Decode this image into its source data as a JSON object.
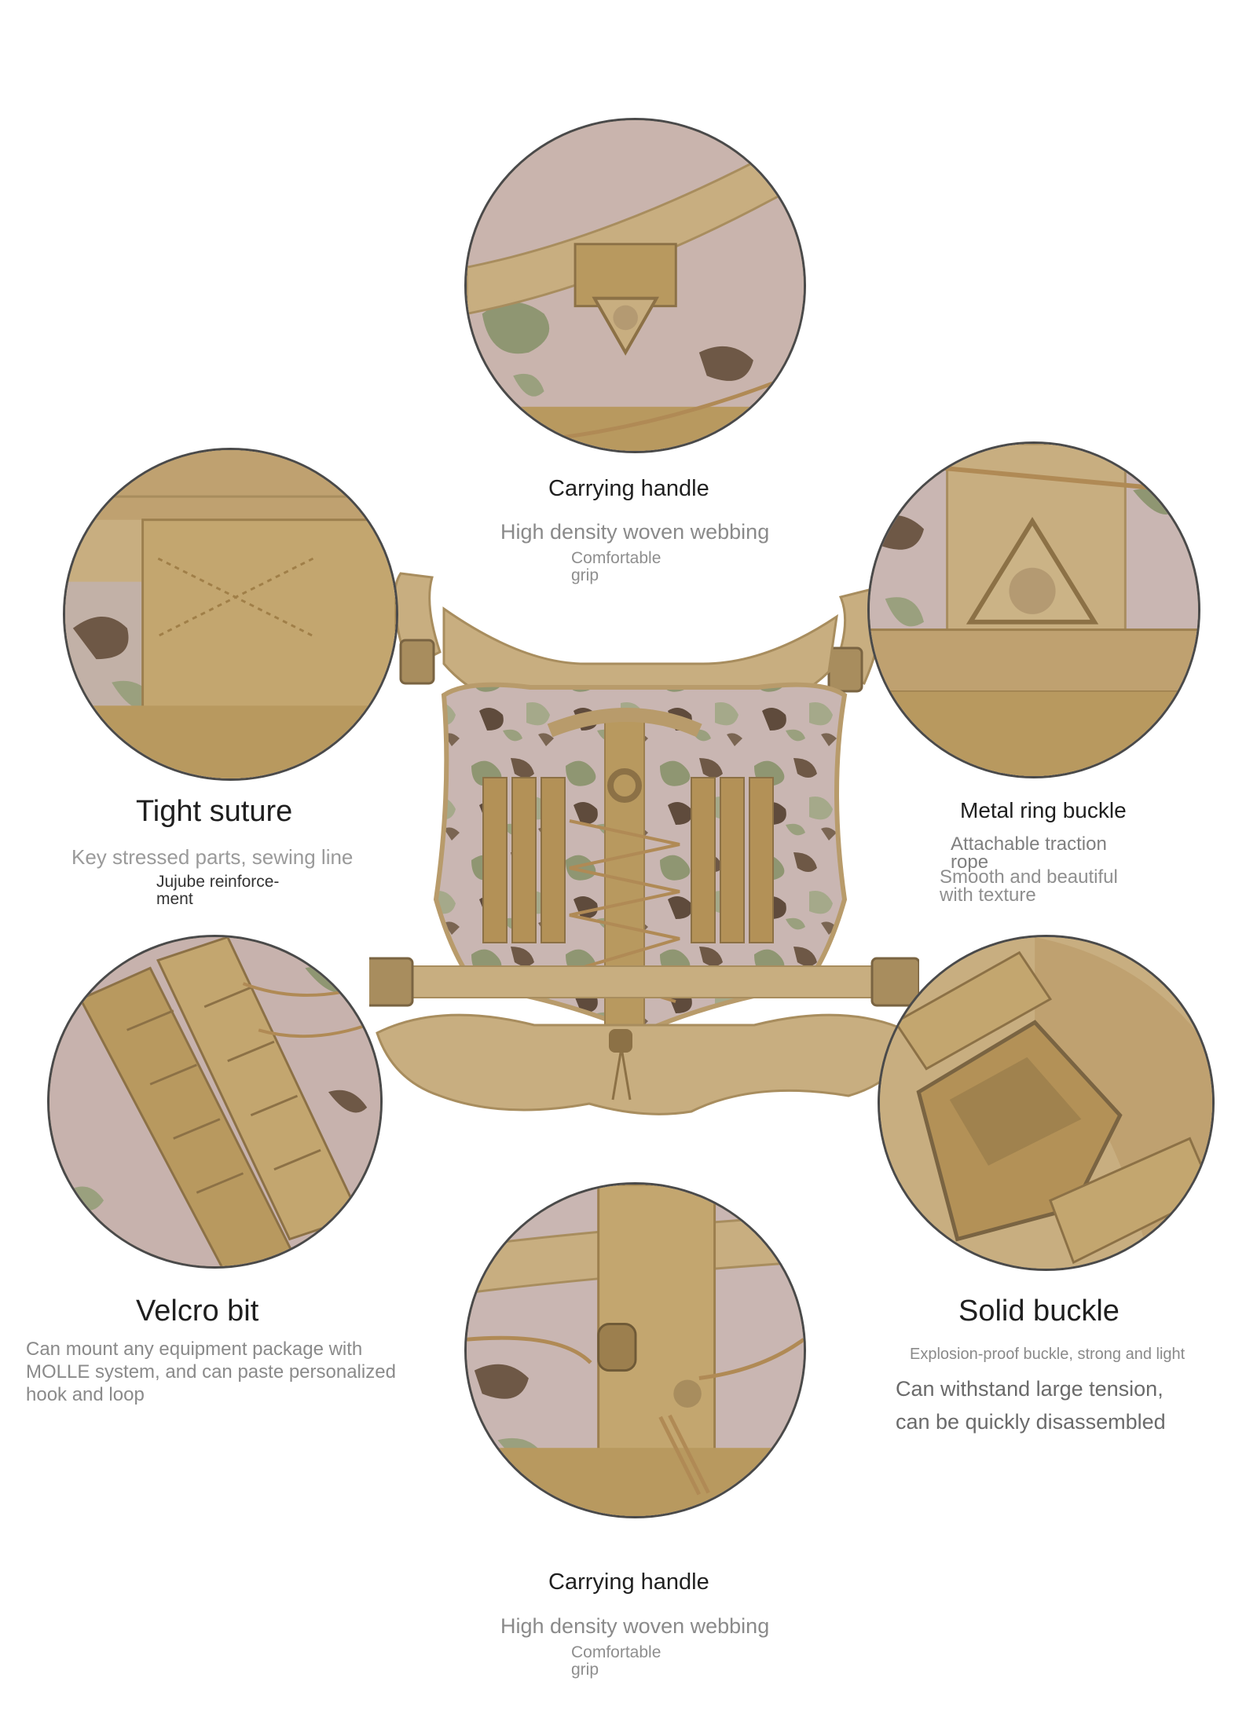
{
  "features": {
    "top": {
      "title": "Carrying handle",
      "line1": "High density woven webbing",
      "line2a": "Comfortable",
      "line2b": "grip"
    },
    "upper_left": {
      "title": "Tight suture",
      "line1": "Key stressed parts, sewing line",
      "line2a": "Jujube reinforce-",
      "line2b": "ment"
    },
    "upper_right": {
      "title": "Metal ring buckle",
      "line1a": "Attachable traction",
      "line1b": "rope",
      "line2a": "Smooth and beautiful",
      "line2b": "with texture"
    },
    "lower_left": {
      "title": "Velcro bit",
      "line1": "Can mount any equipment package with",
      "line2": "MOLLE system, and can paste personalized",
      "line3": "hook and loop"
    },
    "lower_right": {
      "title": "Solid buckle",
      "line1": "Explosion-proof buckle, strong and light",
      "line2": "Can withstand large tension,",
      "line3": "can be quickly disassembled"
    },
    "bottom": {
      "title": "Carrying handle",
      "line1": "High density woven webbing",
      "line2a": "Comfortable",
      "line2b": "grip"
    }
  },
  "colors": {
    "tan": "#c8ae80",
    "dark_tan": "#a88d5e",
    "camo_pink": "#c9b3b0",
    "camo_green": "#9aa07e",
    "camo_brown": "#6e5846",
    "circle_border": "#4a4a4a"
  }
}
